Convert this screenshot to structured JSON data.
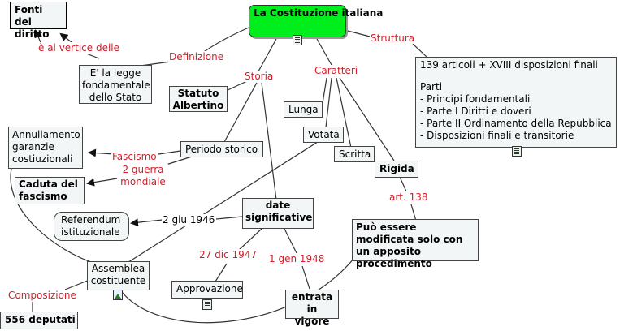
{
  "nodes": {
    "root": "La Costituzione italiana",
    "fonti": "Fonti del diritto",
    "legge": "E' la legge fondamentale dello Stato",
    "statuto": "Statuto Albertino",
    "struttura_box": {
      "line1": "139 articoli + XVIII disposizioni finali",
      "parti_title": "Parti",
      "items": [
        "- Principi fondamentali",
        "- Parte I Diritti e doveri",
        "- Parte II Ordinamento della Repubblica",
        "- Disposizioni finali e transitorie"
      ]
    },
    "lunga": "Lunga",
    "votata": "Votata",
    "scritta": "Scritta",
    "rigida": "Rigida",
    "annullamento": "Annullamento garanzie costiuzionali",
    "periodo": "Periodo storico",
    "caduta": "Caduta del fascismo",
    "referendum": "Referendum istituzionale",
    "date": "date significative",
    "modificata": "Può essere modificata solo con un apposito procedimento",
    "assemblea": "Assemblea costituente",
    "approvazione": "Approvazione",
    "entrata": "entrata in vigore",
    "deputati": "556 deputati"
  },
  "labels": {
    "vertice": "è al vertice delle",
    "definizione": "Definizione",
    "storia": "Storia",
    "caratteri": "Caratteri",
    "struttura": "Struttura",
    "fascismo": "Fascismo",
    "guerra": "2 guerra mondiale",
    "giu": "2 giu 1946",
    "art138": "art. 138",
    "dic": "27 dic 1947",
    "gen": "1 gen 1948",
    "composizione": "Composizione"
  },
  "colors": {
    "root_fill": "#00ee1c",
    "node_fill": "#f3f6f6",
    "label_text": "#d21f2a",
    "link": "#333333"
  }
}
